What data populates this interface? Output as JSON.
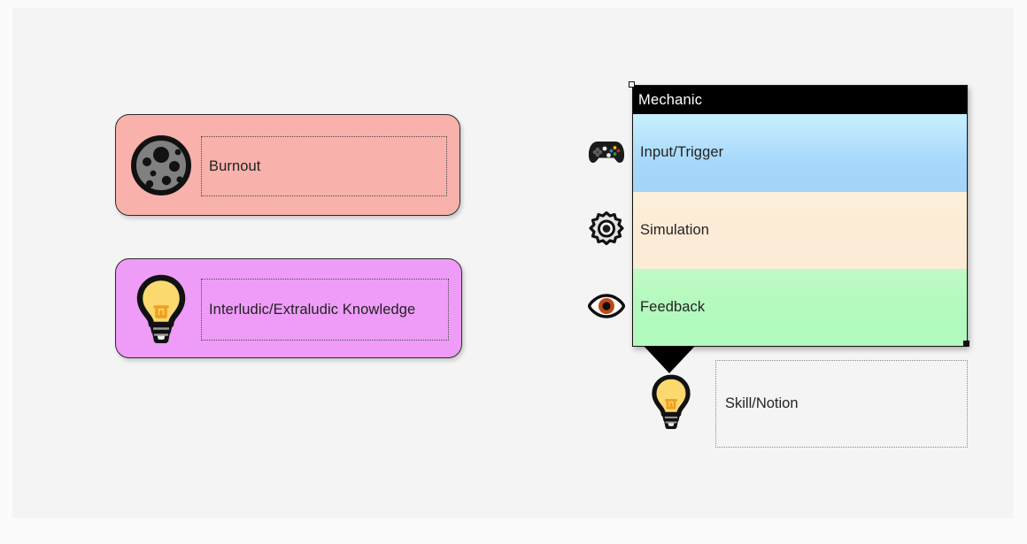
{
  "canvas": {
    "background_color": "#f4f4f4",
    "page_background_color": "#fbfbfb"
  },
  "cards": [
    {
      "id": "burnout",
      "label": "Burnout",
      "fill_color": "#f8b2ab",
      "border_color": "#2b2b2b",
      "icon": "cookie-moon-icon"
    },
    {
      "id": "knowledge",
      "label": "Interludic/Extraludic Knowledge",
      "fill_color": "#ee9cf7",
      "border_color": "#2b2b2b",
      "icon": "lightbulb-icon"
    }
  ],
  "mechanic_panel": {
    "title": "Mechanic",
    "title_bar_color": "#000000",
    "title_text_color": "#ffffff",
    "border_color": "#111111",
    "bands": [
      {
        "id": "input-trigger",
        "label": "Input/Trigger",
        "fill_color": "#a7d8fa",
        "rail_icon": "gamepad-icon"
      },
      {
        "id": "simulation",
        "label": "Simulation",
        "fill_color": "#fcebd6",
        "rail_icon": "gear-icon"
      },
      {
        "id": "feedback",
        "label": "Feedback",
        "fill_color": "#b2f9bd",
        "rail_icon": "eye-icon"
      }
    ]
  },
  "connector": {
    "shape": "down-triangle",
    "color": "#000000"
  },
  "skill_box": {
    "label": "Skill/Notion",
    "border_color": "#8a8a8a",
    "icon": "lightbulb-icon"
  }
}
